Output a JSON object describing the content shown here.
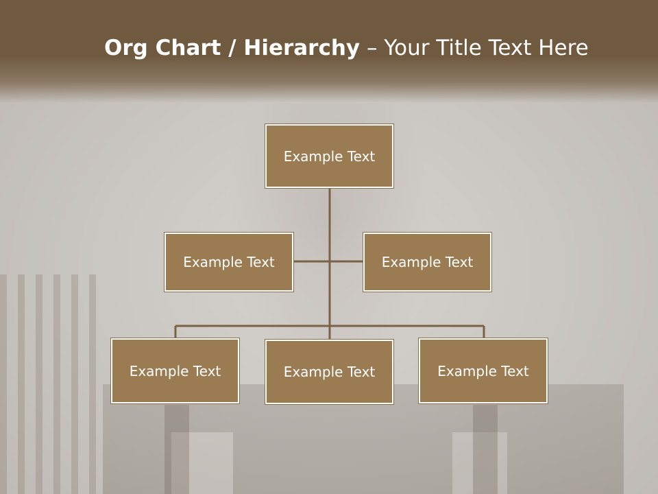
{
  "title": {
    "bold": "Org Chart / Hierarchy",
    "rest": " – Your Title Text Here"
  },
  "colors": {
    "title_band": "#6f5a40",
    "node_fill": "#9a7b52",
    "connector": "#7b6244",
    "node_text": "#ffffff"
  },
  "chart_data": {
    "type": "org-chart",
    "root": {
      "label": "Example Text"
    },
    "level2": [
      {
        "label": "Example Text"
      },
      {
        "label": "Example Text"
      }
    ],
    "level3": [
      {
        "label": "Example Text"
      },
      {
        "label": "Example Text"
      },
      {
        "label": "Example Text"
      }
    ]
  }
}
